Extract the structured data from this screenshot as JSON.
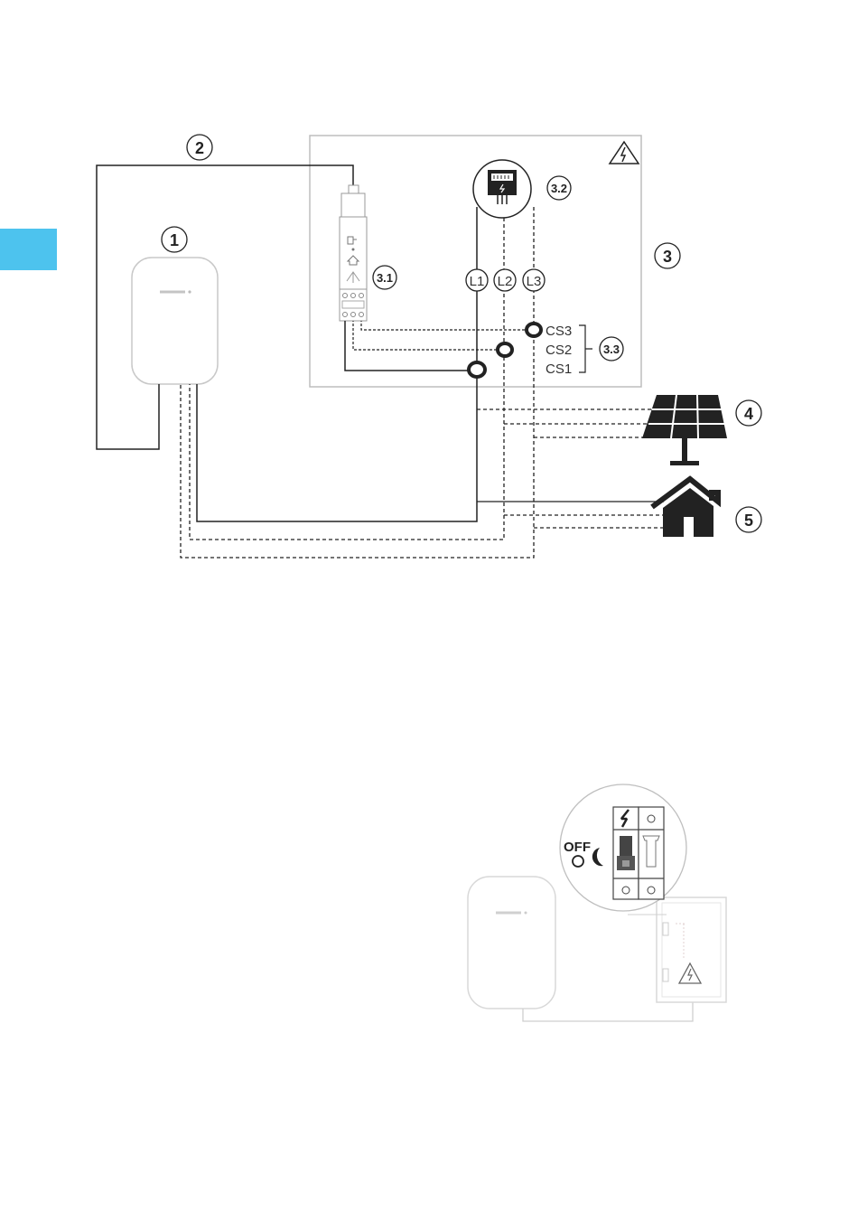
{
  "callouts": {
    "c1": "1",
    "c2": "2",
    "c3": "3",
    "c31": "3.1",
    "c32": "3.2",
    "c33": "3.3",
    "c4": "4",
    "c5": "5"
  },
  "phases": {
    "l1": "L1",
    "l2": "L2",
    "l3": "L3"
  },
  "sensors": {
    "cs3": "CS3",
    "cs2": "CS2",
    "cs1": "CS1"
  },
  "breaker": {
    "off_label": "OFF"
  },
  "icons": {
    "warning": "warning-triangle-icon",
    "solar": "solar-panel-icon",
    "house": "house-icon",
    "lightning": "lightning-icon",
    "moon": "moon-icon"
  },
  "colors": {
    "tab_accent": "#4dc3ee",
    "line": "#222222",
    "box_border": "#bdbdbd"
  }
}
